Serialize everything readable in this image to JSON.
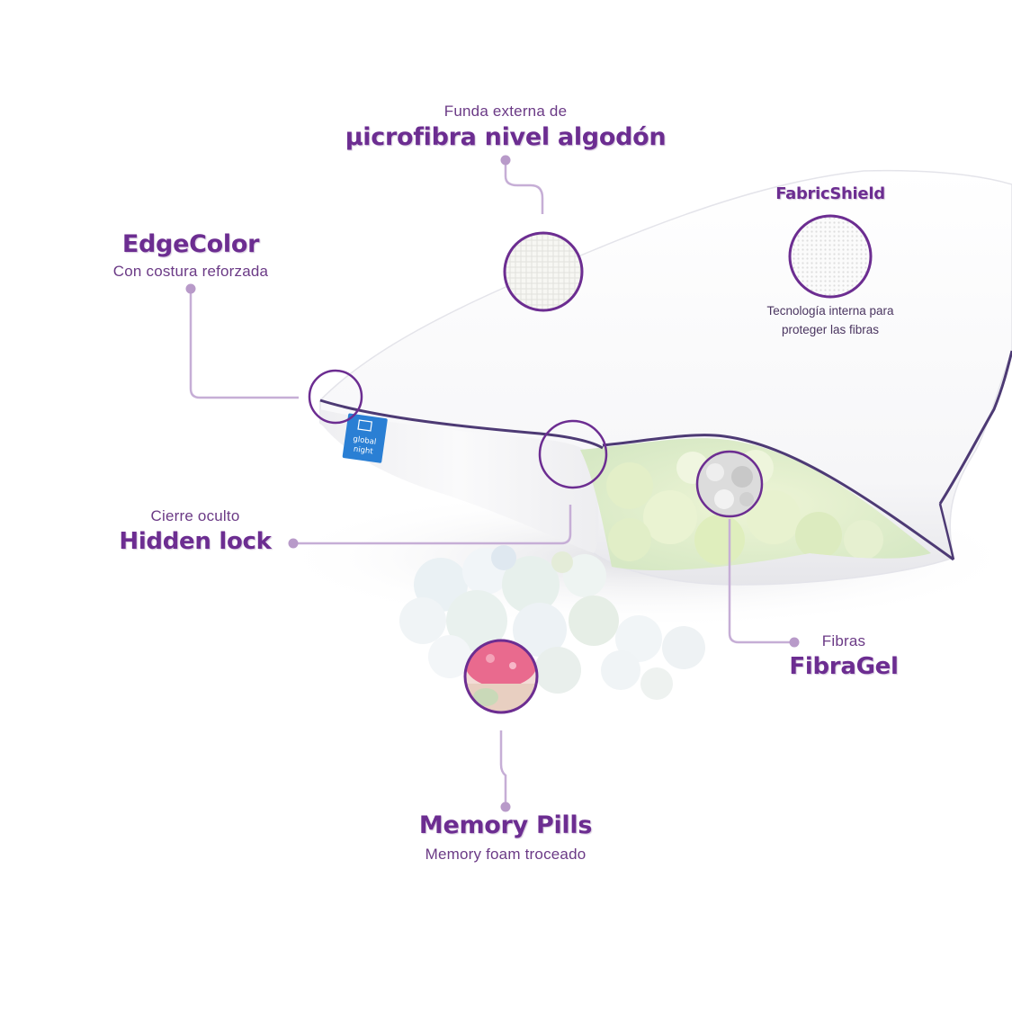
{
  "colors": {
    "accent": "#6c2d91",
    "line": "#c6aed6",
    "dot": "#b89ac9",
    "piping": "#4d3a74",
    "tag": "#2a7fd4"
  },
  "labels": {
    "microfibra": {
      "small": "Funda externa de",
      "big": "µicrofibra nivel algodón"
    },
    "fabricshield": {
      "big": "FabricShield",
      "desc_line1": "Tecnología interna para",
      "desc_line2": "proteger las fibras"
    },
    "edgecolor": {
      "big": "EdgeColor",
      "small": "Con costura reforzada"
    },
    "hiddenlock": {
      "small": "Cierre oculto",
      "big": "Hidden lock"
    },
    "fibragel": {
      "small": "Fibras",
      "big": "FibraGel"
    },
    "memorypills": {
      "big": "Memory Pills",
      "small": "Memory foam troceado"
    }
  },
  "tag": {
    "line1": "global",
    "line2": "night"
  },
  "icons": [
    "microfiber-texture-icon",
    "fabricshield-texture-icon",
    "edge-seam-icon",
    "zipper-icon",
    "fibragel-texture-icon",
    "memory-foam-icon"
  ]
}
